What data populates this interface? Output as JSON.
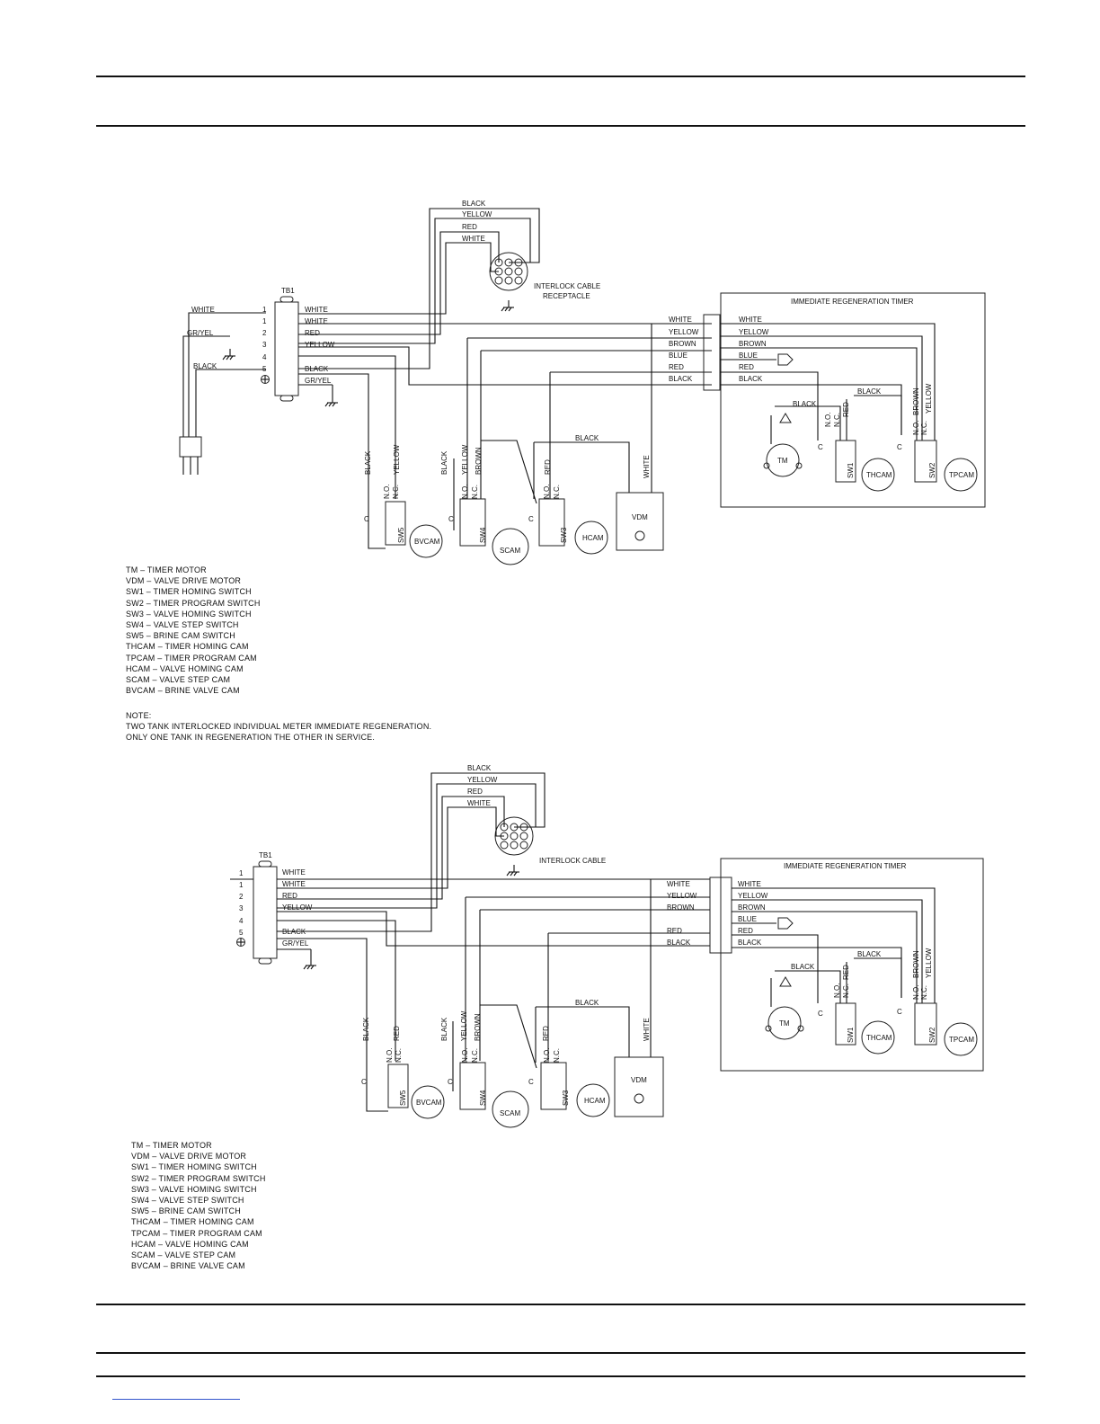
{
  "labels": {
    "tb1": "TB1",
    "white": "WHITE",
    "yellow": "YELLOW",
    "red": "RED",
    "brown": "BROWN",
    "blue": "BLUE",
    "black": "BLACK",
    "gryel": "GR/YEL",
    "no": "N.O.",
    "nc": "N.C.",
    "c": "C",
    "tm": "TM",
    "vdm": "VDM",
    "sw1": "SW1",
    "sw2": "SW2",
    "sw3": "SW3",
    "sw4": "SW4",
    "sw5": "SW5",
    "thcam": "THCAM",
    "tpcam": "TPCAM",
    "hcam": "HCAM",
    "scam": "SCAM",
    "bvcam": "BVCAM",
    "timer_title": "IMMEDIATE REGENERATION TIMER",
    "t1": "1",
    "t2": "2",
    "t3": "3",
    "t4": "4",
    "t5": "5"
  },
  "diagram1": {
    "interlock_label_1": "INTERLOCK CABLE",
    "interlock_label_2": "RECEPTACLE"
  },
  "diagram2": {
    "interlock_label_1": "INTERLOCK CABLE"
  },
  "legend": [
    "TM – TIMER MOTOR",
    "VDM – VALVE DRIVE MOTOR",
    "SW1 – TIMER HOMING SWITCH",
    "SW2 – TIMER PROGRAM SWITCH",
    "SW3 – VALVE HOMING SWITCH",
    "SW4 – VALVE STEP SWITCH",
    "SW5 – BRINE CAM SWITCH",
    "THCAM – TIMER HOMING CAM",
    "TPCAM – TIMER PROGRAM CAM",
    "HCAM – VALVE HOMING CAM",
    "SCAM – VALVE STEP CAM",
    "BVCAM – BRINE VALVE CAM"
  ],
  "note": {
    "heading": "NOTE:",
    "line1": "TWO TANK INTERLOCKED INDIVIDUAL METER IMMEDIATE REGENERATION.",
    "line2": "ONLY ONE TANK IN REGENERATION THE OTHER IN SERVICE."
  }
}
